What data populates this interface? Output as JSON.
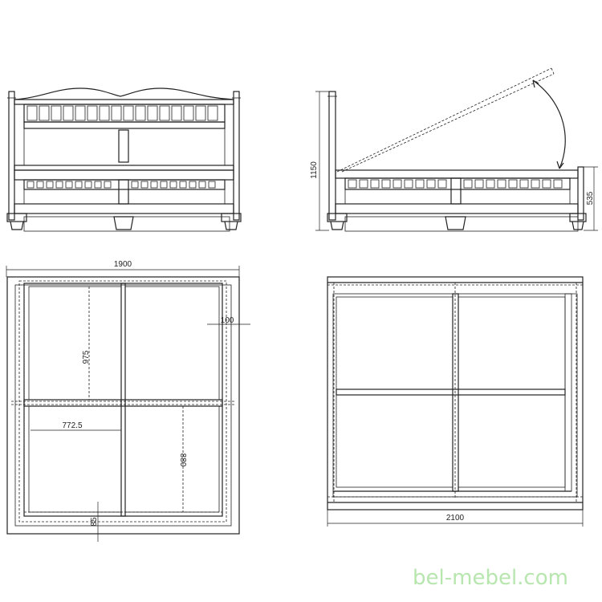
{
  "dimensions": {
    "front_height": "1150",
    "side_height": "535",
    "top_width": "1900",
    "inner_height": "975",
    "side_offset": "100",
    "half_width": "772.5",
    "lower_height": "880",
    "bottom_offset": "85",
    "bottom_width": "2100"
  },
  "watermark": "bel-mebel.com",
  "colors": {
    "mesh": "#3b9fd6",
    "mesh_fill": "#dbeefa",
    "slat_hatch": "#d24b4b",
    "line": "#222222",
    "watermark": "#b7e6ae"
  }
}
